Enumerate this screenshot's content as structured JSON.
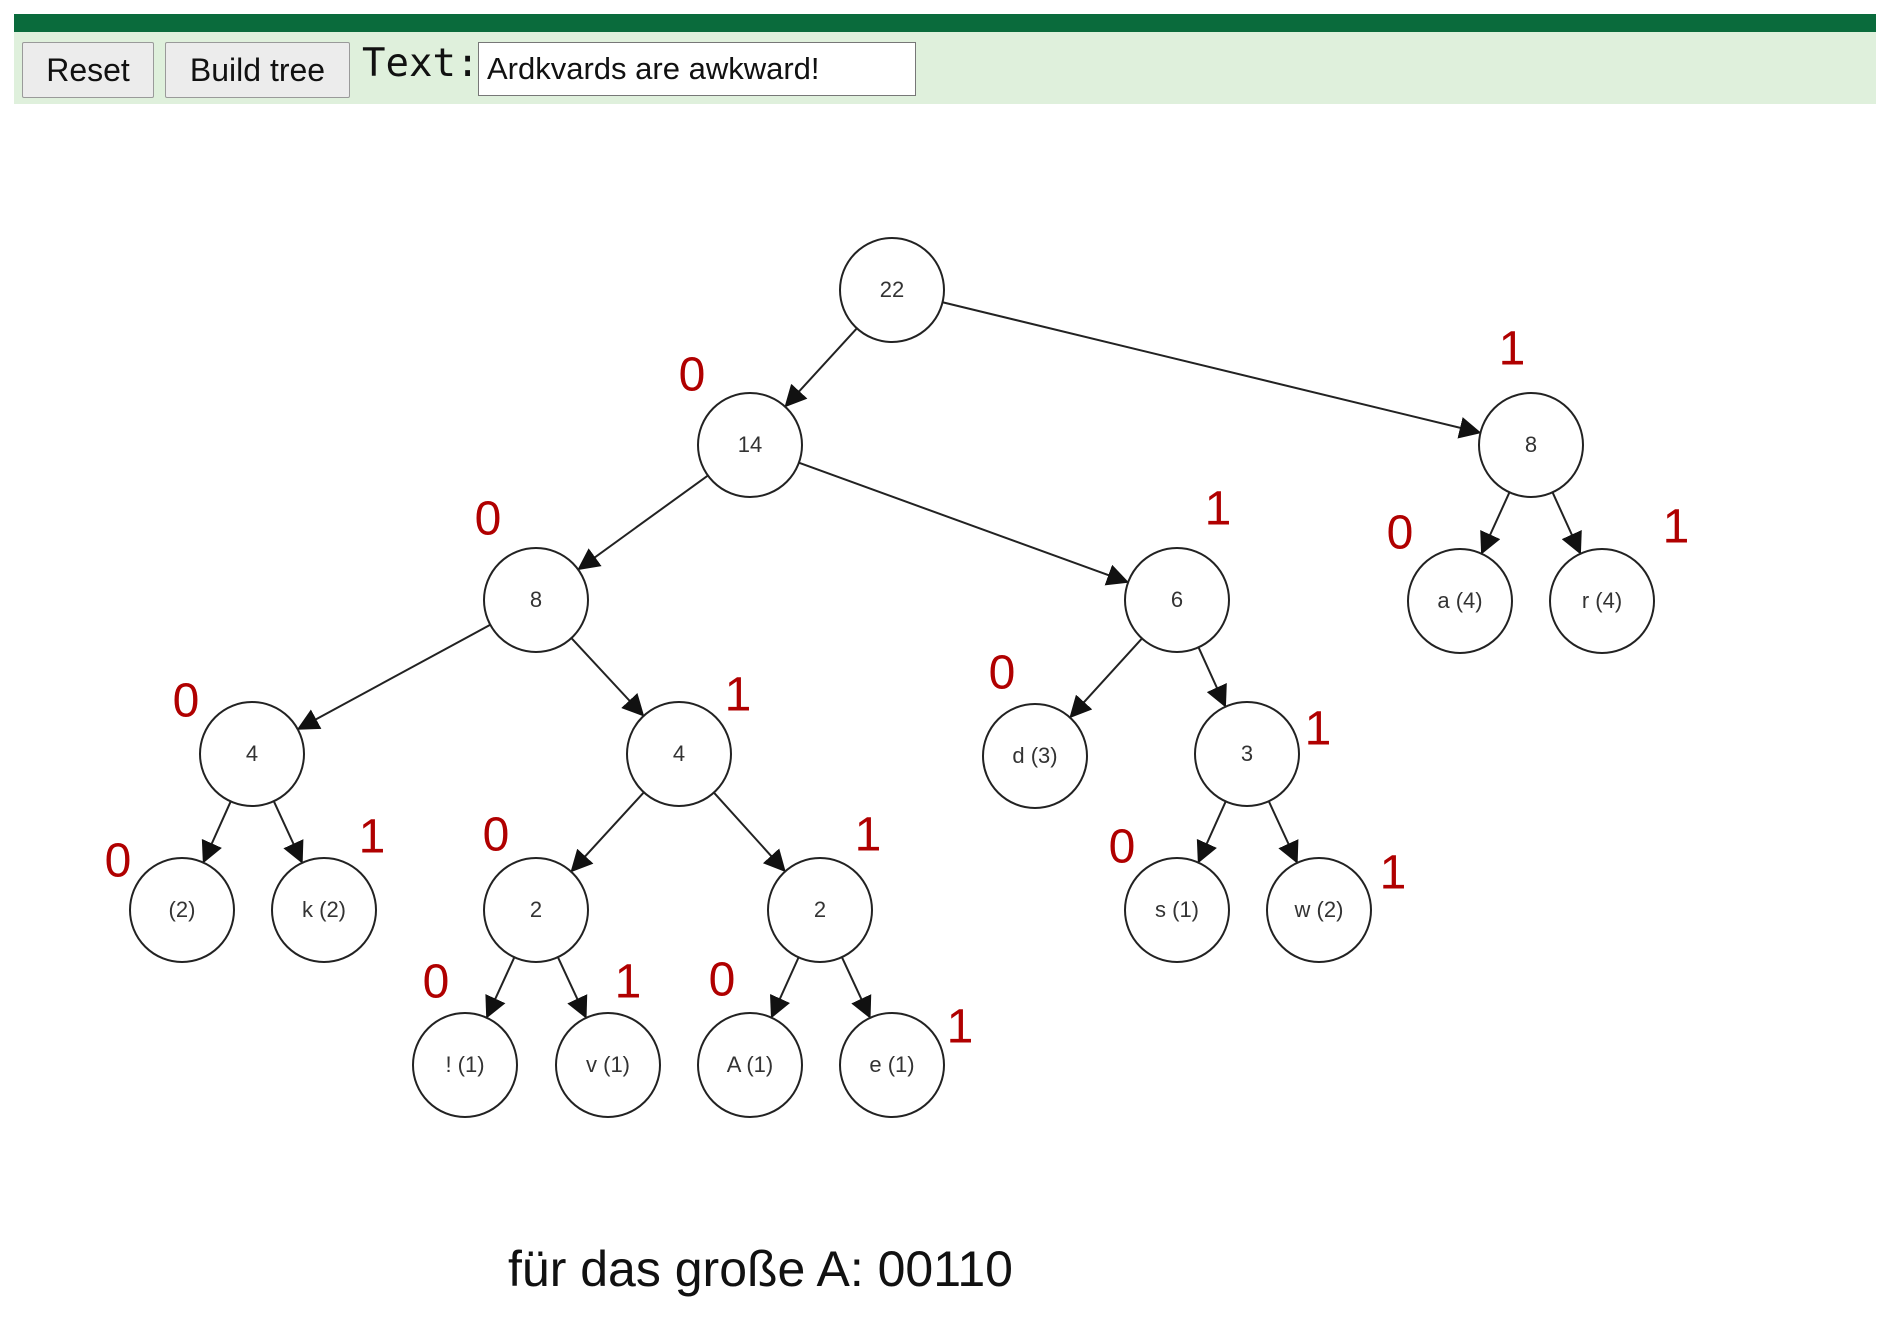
{
  "toolbar": {
    "reset_label": "Reset",
    "build_label": "Build tree",
    "text_label": "Text:",
    "text_value": "Ardkvards are awkward!"
  },
  "tree": {
    "nodes": [
      {
        "id": "n22",
        "label": "22"
      },
      {
        "id": "n14",
        "label": "14"
      },
      {
        "id": "n8r",
        "label": "8"
      },
      {
        "id": "n8l",
        "label": "8"
      },
      {
        "id": "n6",
        "label": "6"
      },
      {
        "id": "na",
        "label": "a (4)"
      },
      {
        "id": "nr",
        "label": "r (4)"
      },
      {
        "id": "n4a",
        "label": "4"
      },
      {
        "id": "n4b",
        "label": "4"
      },
      {
        "id": "nd",
        "label": "d (3)"
      },
      {
        "id": "n3",
        "label": "3"
      },
      {
        "id": "nsp",
        "label": "(2)"
      },
      {
        "id": "nk",
        "label": "k (2)"
      },
      {
        "id": "n2a",
        "label": "2"
      },
      {
        "id": "n2b",
        "label": "2"
      },
      {
        "id": "ns",
        "label": "s (1)"
      },
      {
        "id": "nw",
        "label": "w (2)"
      },
      {
        "id": "nex",
        "label": "! (1)"
      },
      {
        "id": "nv",
        "label": "v (1)"
      },
      {
        "id": "nA",
        "label": "A (1)"
      },
      {
        "id": "ne",
        "label": "e (1)"
      }
    ],
    "edges": [
      {
        "from": "n22",
        "to": "n14",
        "bit": "0"
      },
      {
        "from": "n22",
        "to": "n8r",
        "bit": "1"
      },
      {
        "from": "n14",
        "to": "n8l",
        "bit": "0"
      },
      {
        "from": "n14",
        "to": "n6",
        "bit": "1"
      },
      {
        "from": "n8r",
        "to": "na",
        "bit": "0"
      },
      {
        "from": "n8r",
        "to": "nr",
        "bit": "1"
      },
      {
        "from": "n8l",
        "to": "n4a",
        "bit": "0"
      },
      {
        "from": "n8l",
        "to": "n4b",
        "bit": "1"
      },
      {
        "from": "n6",
        "to": "nd",
        "bit": "0"
      },
      {
        "from": "n6",
        "to": "n3",
        "bit": "1"
      },
      {
        "from": "n4a",
        "to": "nsp",
        "bit": "0"
      },
      {
        "from": "n4a",
        "to": "nk",
        "bit": "1"
      },
      {
        "from": "n4b",
        "to": "n2a",
        "bit": "0"
      },
      {
        "from": "n4b",
        "to": "n2b",
        "bit": "1"
      },
      {
        "from": "n3",
        "to": "ns",
        "bit": "0"
      },
      {
        "from": "n3",
        "to": "nw",
        "bit": "1"
      },
      {
        "from": "n2a",
        "to": "nex",
        "bit": "0"
      },
      {
        "from": "n2a",
        "to": "nv",
        "bit": "1"
      },
      {
        "from": "n2b",
        "to": "nA",
        "bit": "0"
      },
      {
        "from": "n2b",
        "to": "ne",
        "bit": "1"
      }
    ]
  },
  "colors": {
    "top_bar": "#0a6b3c",
    "toolbar_bg": "#dff0dc",
    "bit_label": "#b00000",
    "node_stroke": "#222222"
  },
  "caption": "für das große A: 00110"
}
